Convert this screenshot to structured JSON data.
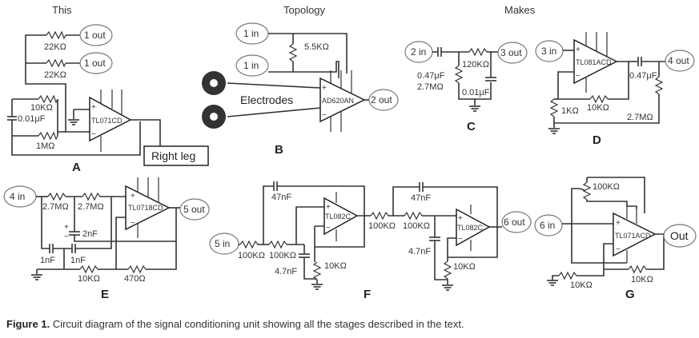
{
  "headers": {
    "left": "This",
    "middle": "Topology",
    "right": "Makes"
  },
  "caption": {
    "label": "Figure 1.",
    "text": "Circuit diagram of the signal conditioning unit showing all the stages described in the text."
  },
  "panels": {
    "A": {
      "letter": "A",
      "nodes": [
        "1 out",
        "1 out"
      ],
      "opamp": "TL071CD",
      "components": {
        "r1": "22KΩ",
        "r2": "22KΩ",
        "r3": "10KΩ",
        "c1": "0.01μF",
        "r4": "1MΩ"
      },
      "box": "Right leg",
      "plus": "+",
      "minus": "−"
    },
    "B": {
      "letter": "B",
      "nodes": [
        "1 in",
        "1 in",
        "2 out"
      ],
      "opamp": "AD620AN",
      "components": {
        "rg": "5.5KΩ"
      },
      "electrodes_label": "Electrodes",
      "plus": "+",
      "minus": "−"
    },
    "C": {
      "letter": "C",
      "nodes": [
        "2 in",
        "3 out"
      ],
      "components": {
        "c1": "0.47μF",
        "r1": "2.7MΩ",
        "r2": "120KΩ",
        "c2": "0.01μF"
      }
    },
    "D": {
      "letter": "D",
      "nodes": [
        "3 in",
        "4 out"
      ],
      "opamp": "TL081ACD",
      "components": {
        "c1": "0.47μF",
        "r1": "1KΩ",
        "r2": "10KΩ",
        "r3": "2.7MΩ"
      },
      "plus": "+",
      "minus": "−"
    },
    "E": {
      "letter": "E",
      "nodes": [
        "4 in",
        "5 out"
      ],
      "opamp": "TL0718CD",
      "components": {
        "r1": "2.7MΩ",
        "r2": "2.7MΩ",
        "c1": "2nF",
        "c2": "1nF",
        "c3": "1nF",
        "r3": "10KΩ",
        "r4": "470Ω"
      },
      "cplus": "+",
      "cminus": "−",
      "plus": "+",
      "minus": "−"
    },
    "F": {
      "letter": "F",
      "nodes": [
        "5 in",
        "6 out"
      ],
      "opamp1": "TL082C",
      "opamp2": "TL082C",
      "components": {
        "c1": "47nF",
        "r1": "100KΩ",
        "r2": "100KΩ",
        "c2": "4.7nF",
        "r3": "10KΩ",
        "c3": "47nF",
        "r4": "100KΩ",
        "r5": "100KΩ",
        "c4": "4.7nF",
        "r6": "10KΩ"
      },
      "plus": "+",
      "minus": "−"
    },
    "G": {
      "letter": "G",
      "nodes": [
        "6 in",
        "Out"
      ],
      "opamp": "TL071ACD",
      "components": {
        "pot": "100KΩ",
        "r1": "10KΩ",
        "r2": "10KΩ"
      },
      "plus": "+",
      "minus": "−"
    }
  }
}
